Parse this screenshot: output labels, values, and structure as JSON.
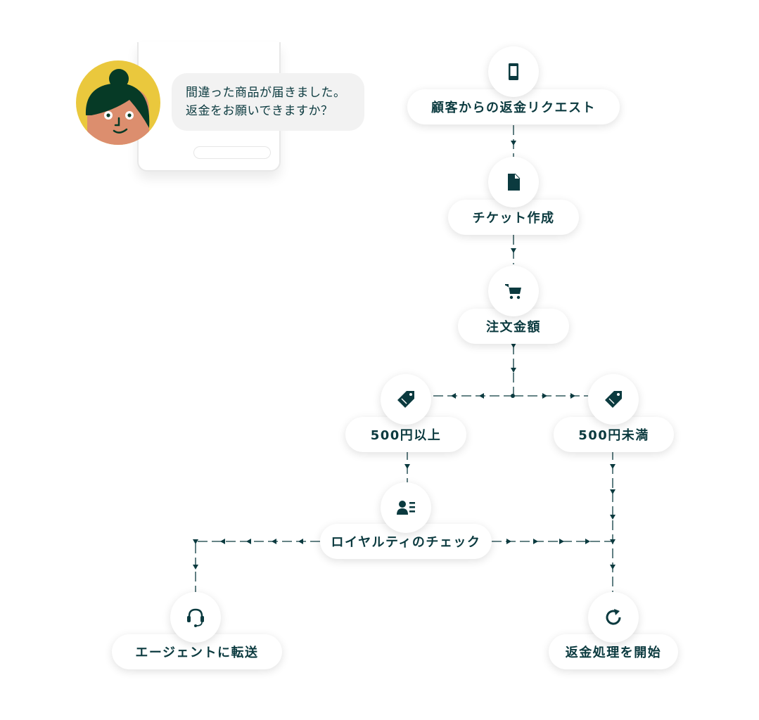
{
  "chat": {
    "message_line1": "間違った商品が届きました。",
    "message_line2": "返金をお願いできますか？"
  },
  "flow": {
    "nodes": {
      "request": {
        "label": "顧客からの返金リクエスト",
        "icon": "smartphone-icon"
      },
      "ticket": {
        "label": "チケット作成",
        "icon": "document-icon"
      },
      "order": {
        "label": "注文金額",
        "icon": "cart-icon"
      },
      "over": {
        "label": "500円以上",
        "icon": "price-tag-icon"
      },
      "under": {
        "label": "500円未満",
        "icon": "price-tag-icon"
      },
      "loyalty": {
        "label": "ロイヤルティのチェック",
        "icon": "profile-card-icon"
      },
      "agent": {
        "label": "エージェントに転送",
        "icon": "headset-icon"
      },
      "refund": {
        "label": "返金処理を開始",
        "icon": "refresh-icon"
      }
    }
  },
  "colors": {
    "ink": "#0b3a3f",
    "avatar_bg": "#eac83d",
    "skin": "#dc8e6e",
    "hair": "#063a26",
    "bubble_bg": "#f2f2f2"
  }
}
